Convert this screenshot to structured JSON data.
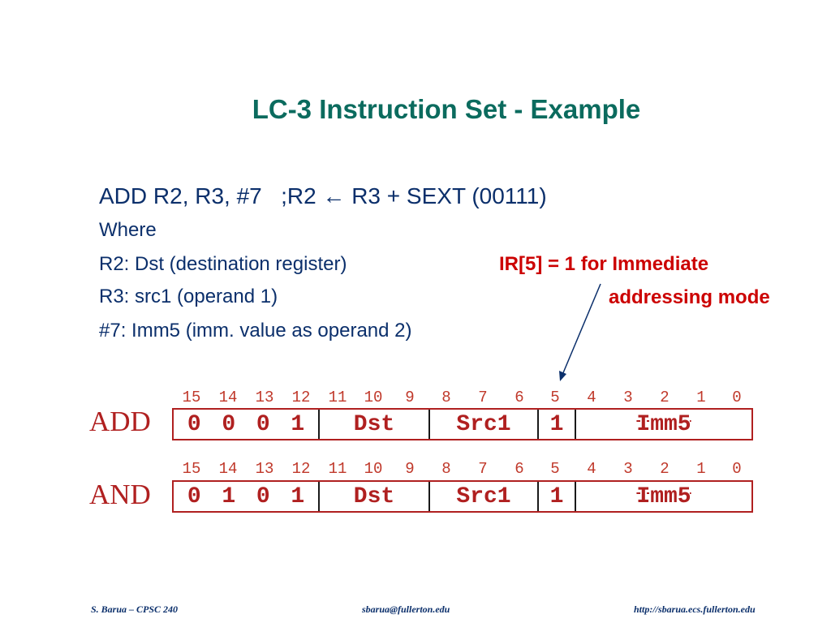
{
  "slide": {
    "title": "LC-3 Instruction Set - Example",
    "lines": [
      "ADD R2, R3, #7   ;R2 ← R3 + SEXT (00111)",
      "Where",
      "R2: Dst (destination register)",
      "R3: src1 (operand 1)",
      "#7: Imm5 (imm. value as operand 2)"
    ],
    "note_line1": "IR[5] = 1 for Immediate",
    "note_line2": "addressing mode",
    "accent_color": "#cc0000",
    "title_color": "#0b6b5e",
    "text_color": "#0b2f6b"
  },
  "bit_numbers": [
    "15",
    "14",
    "13",
    "12",
    "11",
    "10",
    "9",
    "8",
    "7",
    "6",
    "5",
    "4",
    "3",
    "2",
    "1",
    "0"
  ],
  "instructions": [
    {
      "name": "ADD",
      "opcode": [
        "0",
        "0",
        "0",
        "1"
      ],
      "dst": "Dst",
      "src1": "Src1",
      "imm_flag": "1",
      "imm5": "Imm5"
    },
    {
      "name": "AND",
      "opcode": [
        "0",
        "1",
        "0",
        "1"
      ],
      "dst": "Dst",
      "src1": "Src1",
      "imm_flag": "1",
      "imm5": "Imm5"
    }
  ],
  "footer": {
    "left": "S. Barua – CPSC 240",
    "center": "sbarua@fullerton.edu",
    "right": "http://sbarua.ecs.fullerton.edu"
  }
}
